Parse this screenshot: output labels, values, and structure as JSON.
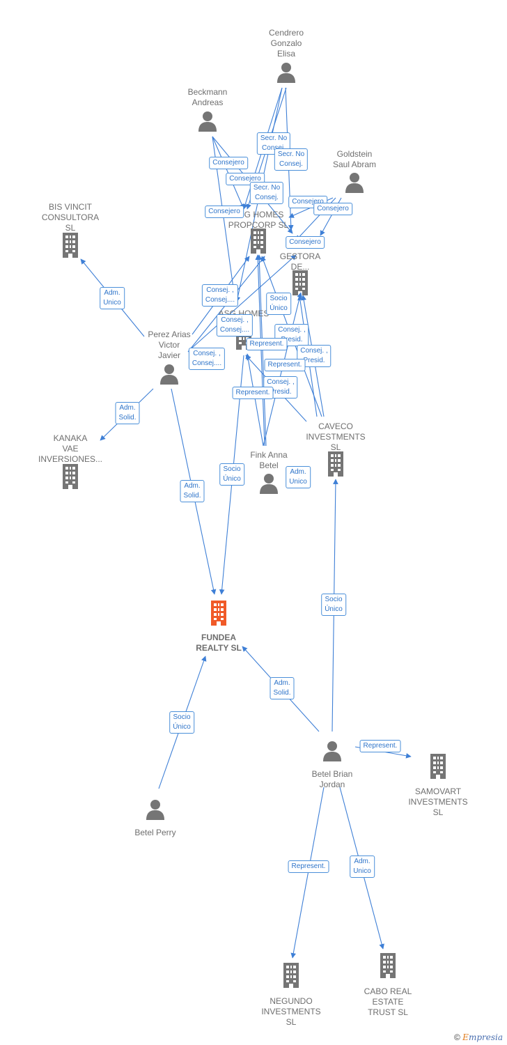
{
  "colors": {
    "edge": "#3e7fd6",
    "node": "#757575",
    "main": "#f05a28"
  },
  "nodes": [
    {
      "id": "cendrero",
      "type": "person",
      "label": "Cendrero\nGonzalo\nElisa"
    },
    {
      "id": "beckmann",
      "type": "person",
      "label": "Beckmann\nAndreas"
    },
    {
      "id": "goldstein",
      "type": "person",
      "label": "Goldstein\nSaul Abram"
    },
    {
      "id": "bis-vincit",
      "type": "company",
      "label": "BIS VINCIT\nCONSULTORA\nSL"
    },
    {
      "id": "asg-homes-propcorp",
      "type": "company",
      "label": "ASG HOMES\nPROPCORP  SL"
    },
    {
      "id": "asg-gestora",
      "type": "company",
      "label": "ASG\nGESTORA\nDE..."
    },
    {
      "id": "asg-homes",
      "type": "company",
      "label": "ASG HOMES\nSL"
    },
    {
      "id": "perez-arias",
      "type": "person",
      "label": "Perez Arias\nVictor\nJavier"
    },
    {
      "id": "kanaka",
      "type": "company",
      "label": "KANAKA\nVAE\nINVERSIONES..."
    },
    {
      "id": "caveco",
      "type": "company",
      "label": "CAVECO\nINVESTMENTS\nSL"
    },
    {
      "id": "fink-anna",
      "type": "person",
      "label": "Fink Anna\nBetel"
    },
    {
      "id": "fundea",
      "type": "main",
      "label": "FUNDEA\nREALTY  SL"
    },
    {
      "id": "betel-brian",
      "type": "person",
      "label": "Betel Brian\nJordan"
    },
    {
      "id": "samovart",
      "type": "company",
      "label": "SAMOVART\nINVESTMENTS\nSL"
    },
    {
      "id": "betel-perry",
      "type": "person",
      "label": "Betel Perry"
    },
    {
      "id": "negundo",
      "type": "company",
      "label": "NEGUNDO\nINVESTMENTS\nSL"
    },
    {
      "id": "cabo-real",
      "type": "company",
      "label": "CABO REAL\nESTATE\nTRUST  SL"
    }
  ],
  "edge_labels": [
    "Secr.  No\nConsej.",
    "Secr.  No\nConsej.",
    "Consejero",
    "Consejero",
    "Secr.  No\nConsej.",
    "Consejero",
    "Consejero",
    "Consejero",
    "Consejero",
    "Adm.\nUnico",
    "Consej. ,\nConsej....",
    "Socio\nÚnico",
    "Consej. ,\nConsej....",
    "Consej. ,\nPresid.",
    "Represent.",
    "Consej. ,\nConsej....",
    "Consej. ,\nPresid.",
    "Represent.",
    "Consej. ,\nPresid.",
    "Represent.",
    "Adm.\nSolid.",
    "Socio\nÚnico",
    "Adm.\nUnico",
    "Adm.\nSolid.",
    "Socio\nÚnico",
    "Adm.\nSolid.",
    "Socio\nÚnico",
    "Represent.",
    "Represent.",
    "Adm.\nUnico"
  ],
  "footer": {
    "copyright": "©",
    "brand_first": "E",
    "brand_rest": "mpresia"
  }
}
